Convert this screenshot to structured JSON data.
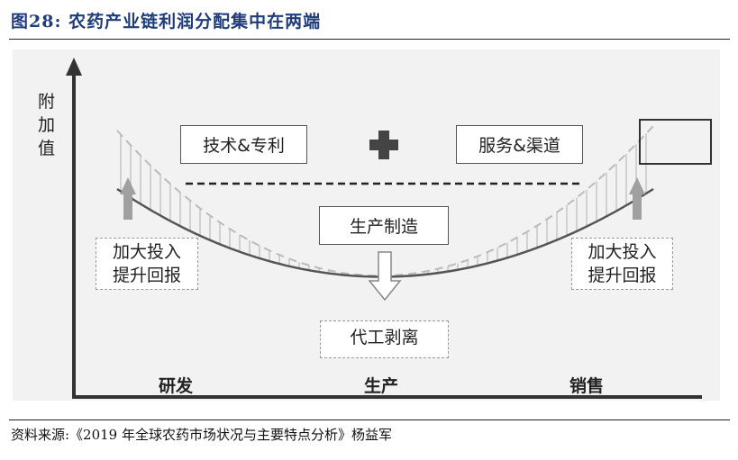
{
  "figure": {
    "title": "图28:  农药产业链利润分配集中在两端",
    "source": "资料来源:《2019 年全球农药市场状况与主要特点分析》杨益军"
  },
  "diagram": {
    "y_axis_label": [
      "附",
      "加",
      "值"
    ],
    "x_axis_labels": {
      "left": "研发",
      "middle": "生产",
      "right": "销售"
    },
    "boxes": {
      "tech_patent": "技术&专利",
      "service_channel": "服务&渠道",
      "production": "生产制造",
      "oem": "代工剥离",
      "invest_left": [
        "加大投入",
        "提升回报"
      ],
      "invest_right": [
        "加大投入",
        "提升回报"
      ]
    },
    "plus_symbol": "+",
    "colors": {
      "title": "#1f3d7a",
      "curve": "#555555",
      "hatch": "#bbbbbb",
      "arrow": "#a0a0a0"
    }
  }
}
